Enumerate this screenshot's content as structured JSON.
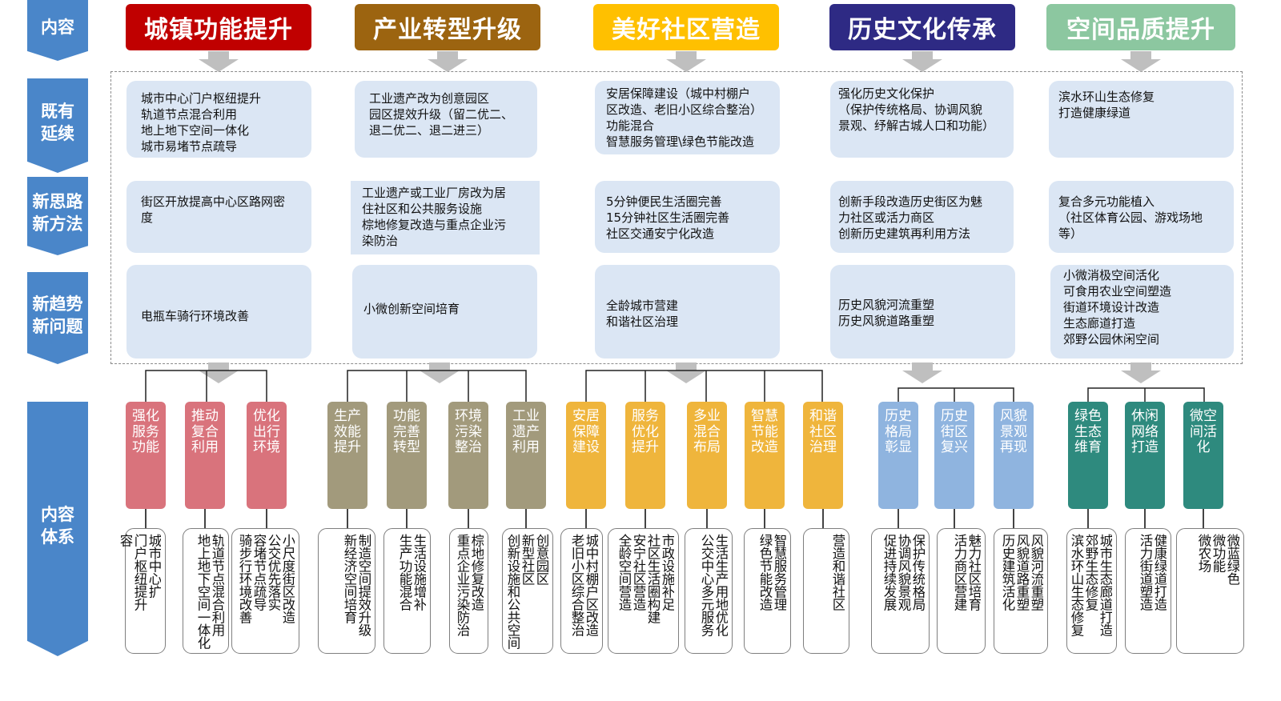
{
  "left_labels": {
    "content": "内容",
    "existing": "既有\n延续",
    "new_ideas": "新思路\n新方法",
    "new_trends": "新趋势\n新问题",
    "system": "内容\n体系"
  },
  "headers": [
    {
      "label": "城镇功能提升",
      "color": "#c00000"
    },
    {
      "label": "产业转型升级",
      "color": "#9c6410"
    },
    {
      "label": "美好社区营造",
      "color": "#ffc000"
    },
    {
      "label": "历史文化传承",
      "color": "#2e2a84"
    },
    {
      "label": "空间品质提升",
      "color": "#8cc7a0"
    }
  ],
  "rows": {
    "existing": [
      "城市中心门户枢纽提升\n轨道节点混合利用\n地上地下空间一体化\n城市易堵节点疏导",
      "工业遗产改为创意园区\n园区提效升级（留二优二、\n退二优二、退二进三）",
      "安居保障建设（城中村棚户\n区改造、老旧小区综合整治）\n功能混合\n智慧服务管理\\绿色节能改造",
      "强化历史文化保护\n（保护传统格局、协调风貌\n景观、纾解古城人口和功能）",
      "滨水环山生态修复\n打造健康绿道"
    ],
    "new_ideas": [
      "街区开放提高中心区路网密\n度",
      "工业遗产或工业厂房改为居\n住社区和公共服务设施\n棕地修复改造与重点企业污\n染防治",
      "5分钟便民生活圈完善\n15分钟社区生活圈完善\n社区交通安宁化改造",
      "创新手段改造历史街区为魅\n力社区或活力商区\n创新历史建筑再利用方法",
      "复合多元功能植入\n（社区体育公园、游戏场地\n等）"
    ],
    "new_trends": [
      "电瓶车骑行环境改善",
      "小微创新空间培育",
      "全龄城市营建\n和谐社区治理",
      "历史风貌河流重塑\n历史风貌道路重塑",
      "小微消极空间活化\n可食用农业空间塑造\n街道环境设计改造\n生态廊道打造\n郊野公园休闲空间"
    ]
  },
  "system_items": [
    {
      "label": "强化服务功能",
      "color": "#d9737c",
      "detail": "城市中心扩\n门户枢纽提升\n容"
    },
    {
      "label": "推动复合利用",
      "color": "#d9737c",
      "detail": "轨道节点混合利用\n地上地下空间一体化"
    },
    {
      "label": "优化出行环境",
      "color": "#d9737c",
      "detail": "小尺度街区改造\n公交优先落实\n容堵节点疏导\n骑步行环境改善"
    },
    {
      "label": "生产效能提升",
      "color": "#a29a7c",
      "detail": "制造空间提效升级\n新经济空间培育"
    },
    {
      "label": "功能完善转型",
      "color": "#a29a7c",
      "detail": "生活设施增补\n生产功能混合"
    },
    {
      "label": "环境污染整治",
      "color": "#a29a7c",
      "detail": "棕地修复改造\n重点企业污染防治"
    },
    {
      "label": "工业遗产利用",
      "color": "#a29a7c",
      "detail": "创意园区\n新型社区\n创新设施和公共空间"
    },
    {
      "label": "安居保障建设",
      "color": "#efb53c",
      "detail": "城中村棚户区改造\n老旧小区综合整治"
    },
    {
      "label": "服务优化提升",
      "color": "#efb53c",
      "detail": "市政设施补足\n社区生活圈构建\n安宁社区营造\n全龄空间营造"
    },
    {
      "label": "多业混合布局",
      "color": "#efb53c",
      "detail": "生活生产用地优化\n公交中心多元服务"
    },
    {
      "label": "智慧节能改造",
      "color": "#efb53c",
      "detail": "智慧服务管理\n绿色节能改造"
    },
    {
      "label": "和谐社区治理",
      "color": "#efb53c",
      "detail": "营造和谐社区"
    },
    {
      "label": "历史格局彰显",
      "color": "#8fb4df",
      "detail": "保护传统格局\n协调风貌景观\n促进持续发展"
    },
    {
      "label": "历史街区复兴",
      "color": "#8fb4df",
      "detail": "魅力社区培育\n活力商区营建"
    },
    {
      "label": "风貌景观再现",
      "color": "#8fb4df",
      "detail": "风貌河流重塑\n风貌道路重塑\n历史建筑活化"
    },
    {
      "label": "绿色生态维育",
      "color": "#2e8a7e",
      "detail": "城市生态廊道打造\n郊野生态修复\n滨水环山生态修复"
    },
    {
      "label": "休闲网络打造",
      "color": "#2e8a7e",
      "detail": "健康绿道打造\n活力街道塑造"
    },
    {
      "label": "微空间活化",
      "color": "#2e8a7e",
      "detail": "微蓝绿色\n微功能\n微农场"
    }
  ]
}
